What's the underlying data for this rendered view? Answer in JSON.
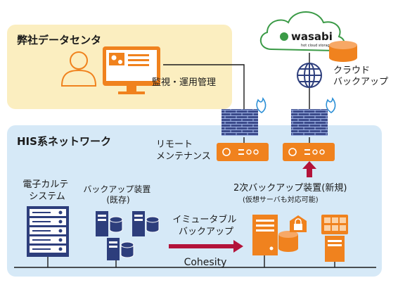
{
  "company_dc": {
    "title": "弊社データセンタ"
  },
  "monitoring_label": "監視・運用管理",
  "cloud": {
    "brand": "wasabi",
    "tagline": "hot cloud storage",
    "backup_label": [
      "クラウド",
      "バックアップ"
    ]
  },
  "his_network": {
    "title": "HIS系ネットワーク"
  },
  "remote_maintenance": [
    "リモート",
    "メンテナンス"
  ],
  "emr_system": [
    "電子カルテ",
    "システム"
  ],
  "backup_device": [
    "バックアップ装置",
    "(既存)"
  ],
  "immutable_backup": [
    "イミュータブル",
    "バックアップ"
  ],
  "cohesity": "Cohesity",
  "secondary_backup": {
    "title": "2次バックアップ装置(新規)",
    "note": "(仮想サーバも対応可能)"
  },
  "colors": {
    "company_bg": "#fbeec0",
    "his_bg": "#d6e9f7",
    "orange": "#f0821e",
    "navy": "#2d3e7c",
    "firewall": "#3b4a8a",
    "flame": "#2b8fd6",
    "red": "#b3133a",
    "green": "#3a9a46"
  },
  "icons": [
    "person-icon",
    "monitor-icon",
    "cloud-icon",
    "globe-icon",
    "firewall-icon",
    "router-icon",
    "server-rack-icon",
    "database-icon",
    "arrow-up-icon",
    "arrow-right-icon"
  ]
}
